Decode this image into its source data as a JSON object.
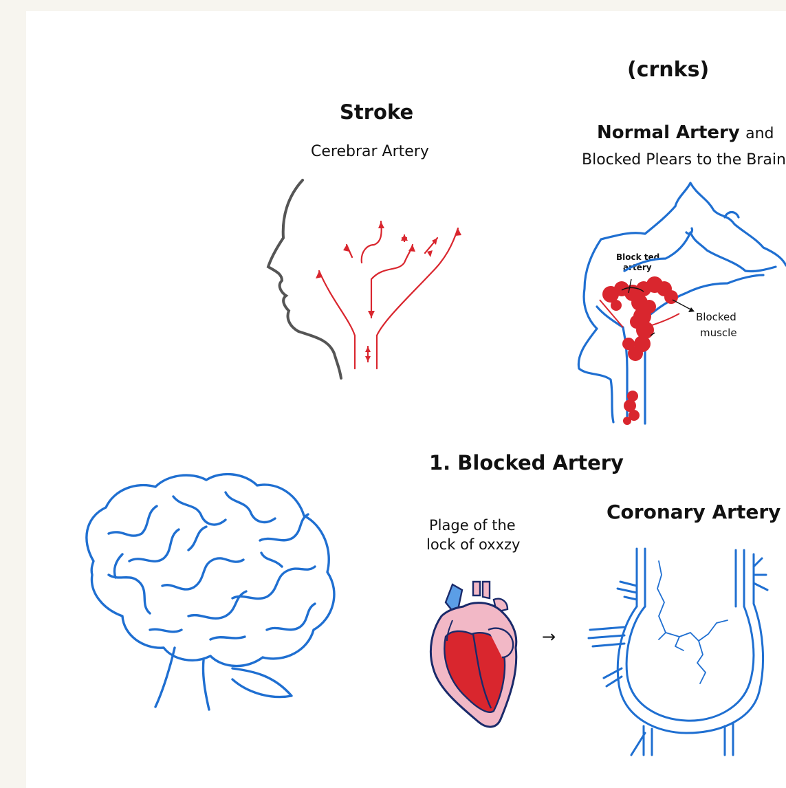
{
  "header": {
    "tag": "(crnks)"
  },
  "stroke_panel": {
    "title": "Stroke",
    "subtitle": "Cerebrar Artery"
  },
  "normal_panel": {
    "title_bold": "Normal Artery",
    "title_rest": "and",
    "subtitle": "Blocked Plears to the Brain",
    "label_blocked_artery_1": "Block ted",
    "label_blocked_artery_2": "artery",
    "label_blocked_muscle_1": "Blocked",
    "label_blocked_muscle_2": "muscle"
  },
  "blocked_section": {
    "title": "1. Blocked Artery",
    "caption_line1": "Plage of the",
    "caption_line2": "lock of oxxzy",
    "arrow": "→"
  },
  "coronary_panel": {
    "title": "Coronary Artery"
  },
  "colors": {
    "background": "#f7f5ef",
    "sheet": "#ffffff",
    "blue_outline": "#1f6fd1",
    "red_artery": "#d9262e",
    "head_outline": "#555555",
    "heart_pink": "#f2b8c6",
    "heart_light_blue": "#5b9ee6"
  },
  "icons": [
    "head-profile-icon",
    "brain-icon",
    "heart-icon",
    "neck-artery-icon",
    "coronary-artery-icon"
  ]
}
